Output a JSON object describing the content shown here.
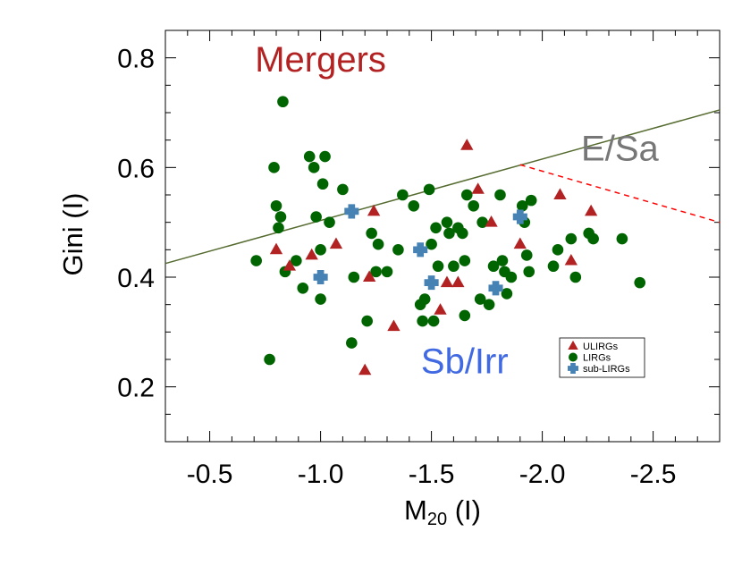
{
  "chart_data": {
    "type": "scatter",
    "xlabel_main": "M",
    "xlabel_sub": "20",
    "xlabel_suffix": " (I)",
    "ylabel": "Gini (I)",
    "xlim": [
      -0.3,
      -2.8
    ],
    "ylim": [
      0.1,
      0.85
    ],
    "xticks": [
      -0.5,
      -1.0,
      -1.5,
      -2.0,
      -2.5
    ],
    "xtick_labels": [
      "-0.5",
      "-1.0",
      "-1.5",
      "-2.0",
      "-2.5"
    ],
    "yticks": [
      0.2,
      0.4,
      0.6,
      0.8
    ],
    "ytick_labels": [
      "0.2",
      "0.4",
      "0.6",
      "0.8"
    ],
    "grid": false,
    "legend_position": "lower-right",
    "lines": [
      {
        "style": "solid",
        "color": "#556b2f",
        "x": [
          -0.3,
          -2.8
        ],
        "y": [
          0.425,
          0.705
        ]
      },
      {
        "style": "dashed",
        "color": "#ff0000",
        "x": [
          -1.9,
          -2.8
        ],
        "y": [
          0.605,
          0.5
        ]
      }
    ],
    "annotations": [
      {
        "text": "Mergers",
        "color": "#b22222",
        "x": -1.0,
        "y": 0.775
      },
      {
        "text": "E/Sa",
        "color": "#777777",
        "x": -2.35,
        "y": 0.613
      },
      {
        "text": "Sb/Irr",
        "color": "#4169e1",
        "x": -1.65,
        "y": 0.225
      }
    ],
    "series": [
      {
        "name": "ULIRGs",
        "marker": "triangle",
        "color": "#b22222",
        "points": [
          [
            -0.8,
            0.45
          ],
          [
            -0.86,
            0.42
          ],
          [
            -0.96,
            0.44
          ],
          [
            -1.07,
            0.46
          ],
          [
            -1.2,
            0.23
          ],
          [
            -1.22,
            0.4
          ],
          [
            -1.24,
            0.52
          ],
          [
            -1.33,
            0.31
          ],
          [
            -1.54,
            0.34
          ],
          [
            -1.57,
            0.39
          ],
          [
            -1.62,
            0.39
          ],
          [
            -1.66,
            0.64
          ],
          [
            -1.71,
            0.56
          ],
          [
            -1.77,
            0.5
          ],
          [
            -1.9,
            0.46
          ],
          [
            -2.08,
            0.55
          ],
          [
            -2.13,
            0.43
          ],
          [
            -2.22,
            0.52
          ]
        ]
      },
      {
        "name": "LIRGs",
        "marker": "circle",
        "color": "#006400",
        "points": [
          [
            -0.71,
            0.43
          ],
          [
            -0.81,
            0.49
          ],
          [
            -0.89,
            0.43
          ],
          [
            -0.92,
            0.38
          ],
          [
            -0.95,
            0.62
          ],
          [
            -0.97,
            0.6
          ],
          [
            -0.98,
            0.51
          ],
          [
            -1.0,
            0.45
          ],
          [
            -1.01,
            0.57
          ],
          [
            -1.02,
            0.62
          ],
          [
            -1.04,
            0.5
          ],
          [
            -1.0,
            0.36
          ],
          [
            -1.1,
            0.56
          ],
          [
            -1.15,
            0.4
          ],
          [
            -1.21,
            0.32
          ],
          [
            -1.14,
            0.28
          ],
          [
            -1.23,
            0.48
          ],
          [
            -1.25,
            0.41
          ],
          [
            -1.26,
            0.46
          ],
          [
            -1.3,
            0.41
          ],
          [
            -1.35,
            0.45
          ],
          [
            -1.37,
            0.55
          ],
          [
            -1.42,
            0.53
          ],
          [
            -1.45,
            0.35
          ],
          [
            -1.47,
            0.36
          ],
          [
            -1.49,
            0.56
          ],
          [
            -1.5,
            0.46
          ],
          [
            -1.52,
            0.49
          ],
          [
            -1.53,
            0.42
          ],
          [
            -1.57,
            0.5
          ],
          [
            -1.58,
            0.48
          ],
          [
            -1.6,
            0.42
          ],
          [
            -1.62,
            0.49
          ],
          [
            -1.64,
            0.48
          ],
          [
            -1.65,
            0.43
          ],
          [
            -1.66,
            0.55
          ],
          [
            -1.69,
            0.53
          ],
          [
            -1.72,
            0.36
          ],
          [
            -1.73,
            0.5
          ],
          [
            -1.76,
            0.35
          ],
          [
            -1.78,
            0.42
          ],
          [
            -1.81,
            0.55
          ],
          [
            -1.82,
            0.43
          ],
          [
            -1.83,
            0.41
          ],
          [
            -1.84,
            0.37
          ],
          [
            -1.86,
            0.4
          ],
          [
            -1.91,
            0.53
          ],
          [
            -1.92,
            0.5
          ],
          [
            -1.93,
            0.44
          ],
          [
            -1.94,
            0.41
          ],
          [
            -1.95,
            0.54
          ],
          [
            -2.05,
            0.42
          ],
          [
            -2.07,
            0.45
          ],
          [
            -2.13,
            0.47
          ],
          [
            -2.15,
            0.4
          ],
          [
            -2.21,
            0.48
          ],
          [
            -2.23,
            0.47
          ],
          [
            -2.36,
            0.47
          ],
          [
            -2.44,
            0.39
          ],
          [
            -0.77,
            0.25
          ],
          [
            -0.79,
            0.6
          ],
          [
            -0.8,
            0.53
          ],
          [
            -0.82,
            0.51
          ],
          [
            -0.83,
            0.72
          ],
          [
            -0.84,
            0.41
          ],
          [
            -1.46,
            0.32
          ],
          [
            -1.51,
            0.32
          ],
          [
            -1.65,
            0.33
          ]
        ]
      },
      {
        "name": "sub-LIRGs",
        "marker": "plus",
        "color": "#4682b4",
        "points": [
          [
            -1.0,
            0.4
          ],
          [
            -1.14,
            0.52
          ],
          [
            -1.45,
            0.45
          ],
          [
            -1.5,
            0.39
          ],
          [
            -1.79,
            0.38
          ],
          [
            -1.9,
            0.51
          ]
        ]
      }
    ]
  }
}
